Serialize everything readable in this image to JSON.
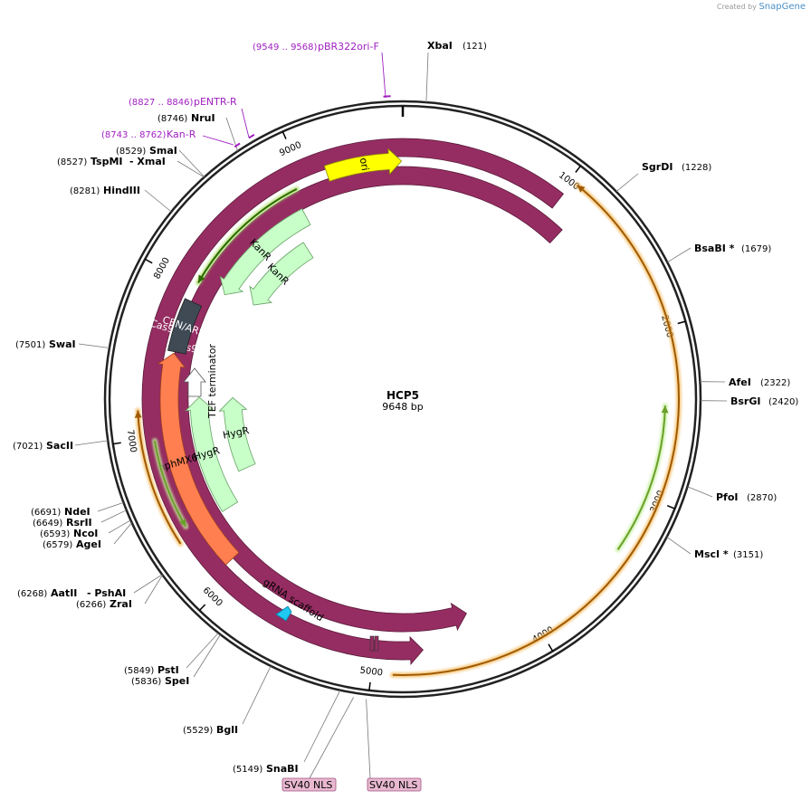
{
  "watermark": {
    "prefix": "Created by",
    "brand": "SnapGene"
  },
  "plasmid": {
    "name": "HCP5",
    "size": "9648 bp"
  },
  "ticks": [
    "1000",
    "2000",
    "3000",
    "4000",
    "5000",
    "6000",
    "7000",
    "8000",
    "9000"
  ],
  "sites": [
    {
      "name": "XbaI",
      "pos": "(121)"
    },
    {
      "name": "SgrDI",
      "pos": "(1228)"
    },
    {
      "name": "BsaBI *",
      "pos": "(1679)"
    },
    {
      "name": "AfeI",
      "pos": "(2322)"
    },
    {
      "name": "BsrGI",
      "pos": "(2420)"
    },
    {
      "name": "PfoI",
      "pos": "(2870)"
    },
    {
      "name": "MscI *",
      "pos": "(3151)"
    },
    {
      "name": "SnaBI",
      "pos": "(5149)"
    },
    {
      "name": "BglI",
      "pos": "(5529)"
    },
    {
      "name": "PstI",
      "pos": "(5849)"
    },
    {
      "name": "SpeI",
      "pos": "(5836)"
    },
    {
      "name": "AatII",
      "pos": "(6268)",
      "extra": "- PshAI"
    },
    {
      "name": "ZraI",
      "pos": "(6266)"
    },
    {
      "name": "NdeI",
      "pos": "(6691)"
    },
    {
      "name": "RsrII",
      "pos": "(6649)"
    },
    {
      "name": "NcoI",
      "pos": "(6593)"
    },
    {
      "name": "AgeI",
      "pos": "(6579)"
    },
    {
      "name": "SacII",
      "pos": "(7021)"
    },
    {
      "name": "SwaI",
      "pos": "(7501)"
    },
    {
      "name": "HindIII",
      "pos": "(8281)"
    },
    {
      "name": "TspMI",
      "pos": "(8527)",
      "extra": "- XmaI"
    },
    {
      "name": "SmaI",
      "pos": "(8529)"
    },
    {
      "name": "NruI",
      "pos": "(8746)"
    }
  ],
  "primers": [
    {
      "name": "pBR322ori-F",
      "pos": "(9549 .. 9568)"
    },
    {
      "name": "pENTR-R",
      "pos": "(8827 .. 8846)"
    },
    {
      "name": "Kan-R",
      "pos": "(8743 .. 8762)"
    }
  ],
  "features": {
    "ori": "ori",
    "cas9_inner": "Cas9",
    "cas9_outer": "Cas9",
    "kanr1": "KanR",
    "kanr2": "KanR",
    "cenars": "CEN/ARS",
    "hphmx6": "hphMX6",
    "hygr1": "HygR",
    "hygr2": "HygR",
    "tef": "TEF terminator",
    "grna": "gRNA scaffold",
    "sv40a": "SV40 NLS",
    "sv40b": "SV40 NLS"
  },
  "colors": {
    "cas9": "#952d62",
    "kanr": "#c8ffc8",
    "ori": "#ffff00",
    "cenars": "#3f4a55",
    "hphmx6": "#ff7f50",
    "orf_orange": "#f5c06b",
    "orf_green": "#6aa02a",
    "grna": "#1ec8f0",
    "primer": "#a020c0",
    "sv40box": "#e8b8d0"
  }
}
